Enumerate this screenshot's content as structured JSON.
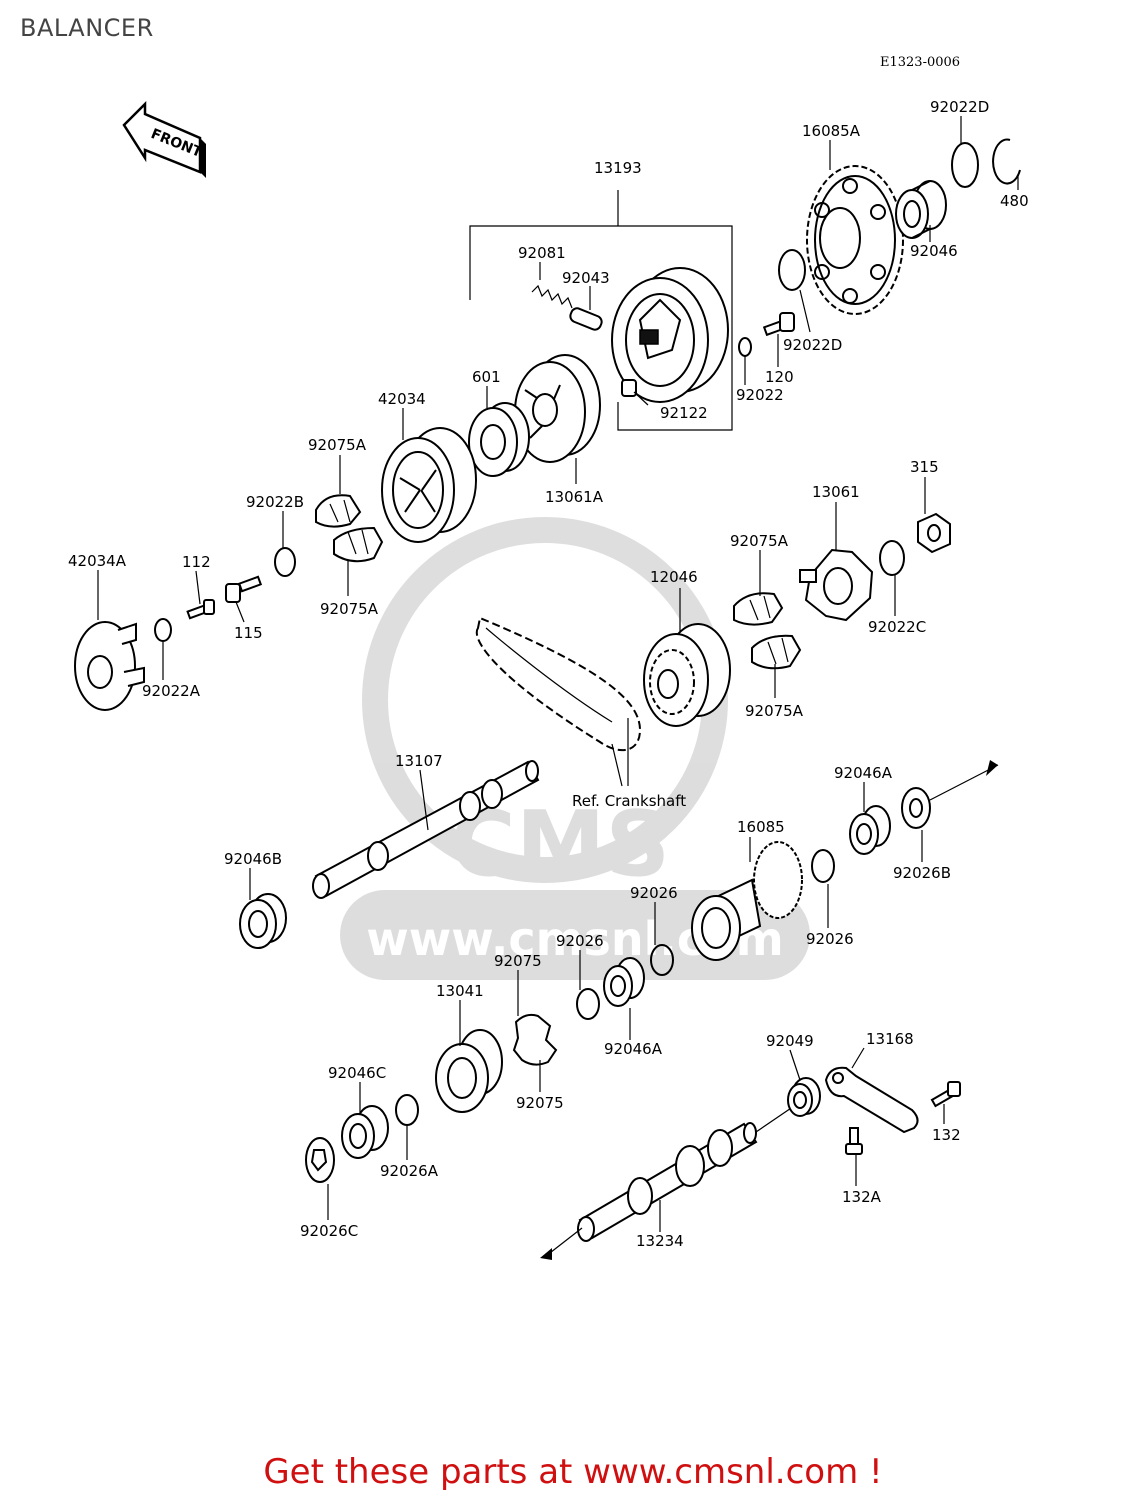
{
  "page": {
    "title": "BALANCER",
    "diagram_code": "E1323-0006",
    "front_label": "FRONT",
    "footer": "Get these parts at www.cmsnl.com !",
    "footer_color": "#d01010",
    "watermark_text": "CMS",
    "watermark_url": "www.cmsnl.com"
  },
  "parts": [
    {
      "id": "13193",
      "label": "13193"
    },
    {
      "id": "16085A",
      "label": "16085A"
    },
    {
      "id": "92022D-a",
      "label": "92022D"
    },
    {
      "id": "480",
      "label": "480"
    },
    {
      "id": "92046",
      "label": "92046"
    },
    {
      "id": "92081",
      "label": "92081"
    },
    {
      "id": "92043",
      "label": "92043"
    },
    {
      "id": "92022D-b",
      "label": "92022D"
    },
    {
      "id": "120",
      "label": "120"
    },
    {
      "id": "92022",
      "label": "92022"
    },
    {
      "id": "92122",
      "label": "92122"
    },
    {
      "id": "601",
      "label": "601"
    },
    {
      "id": "42034",
      "label": "42034"
    },
    {
      "id": "13061A",
      "label": "13061A"
    },
    {
      "id": "92075A-a",
      "label": "92075A"
    },
    {
      "id": "92022B",
      "label": "92022B"
    },
    {
      "id": "92075A-b",
      "label": "92075A"
    },
    {
      "id": "42034A",
      "label": "42034A"
    },
    {
      "id": "112",
      "label": "112"
    },
    {
      "id": "115",
      "label": "115"
    },
    {
      "id": "92022A",
      "label": "92022A"
    },
    {
      "id": "315",
      "label": "315"
    },
    {
      "id": "13061",
      "label": "13061"
    },
    {
      "id": "92075A-c",
      "label": "92075A"
    },
    {
      "id": "12046",
      "label": "12046"
    },
    {
      "id": "92022C",
      "label": "92022C"
    },
    {
      "id": "92075A-d",
      "label": "92075A"
    },
    {
      "id": "13107",
      "label": "13107"
    },
    {
      "id": "ref-crankshaft",
      "label": "Ref. Crankshaft"
    },
    {
      "id": "92046A-a",
      "label": "92046A"
    },
    {
      "id": "16085",
      "label": "16085"
    },
    {
      "id": "92026B",
      "label": "92026B"
    },
    {
      "id": "92046B",
      "label": "92046B"
    },
    {
      "id": "92026-a",
      "label": "92026"
    },
    {
      "id": "92026-b",
      "label": "92026"
    },
    {
      "id": "92026-c",
      "label": "92026"
    },
    {
      "id": "92075-a",
      "label": "92075"
    },
    {
      "id": "13041",
      "label": "13041"
    },
    {
      "id": "92046A-b",
      "label": "92046A"
    },
    {
      "id": "92075-b",
      "label": "92075"
    },
    {
      "id": "92046C",
      "label": "92046C"
    },
    {
      "id": "92026A",
      "label": "92026A"
    },
    {
      "id": "92026C",
      "label": "92026C"
    },
    {
      "id": "92049",
      "label": "92049"
    },
    {
      "id": "13168",
      "label": "13168"
    },
    {
      "id": "132",
      "label": "132"
    },
    {
      "id": "132A",
      "label": "132A"
    },
    {
      "id": "13234",
      "label": "13234"
    }
  ]
}
